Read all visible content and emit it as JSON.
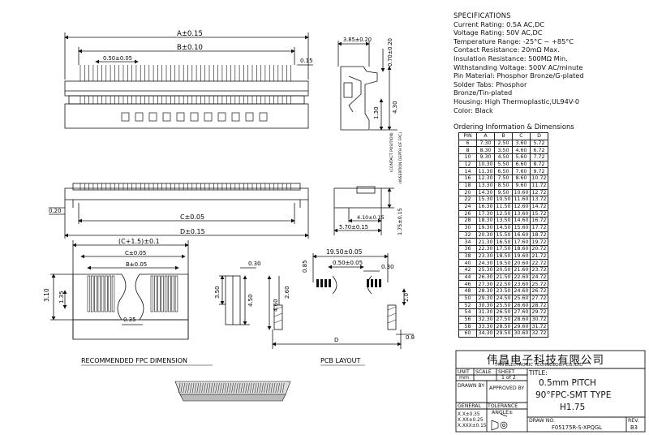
{
  "specifications": {
    "title": "SPECIFICATIONS",
    "lines": [
      "Current Rating: 0.5A AC,DC",
      "Voltage Rating: 50V AC,DC",
      "Temperature Range: -25°C ~ +85°C",
      "Contact Resistance: 20mΩ Max.",
      "Insulation Resistance: 500MΩ Min.",
      "Withstanding Voltage: 500V AC/minute",
      "Pin Material: Phosphor Bronze/G-plated",
      "Solder Tabs: Phosphor",
      "Bronze/Tin-plated",
      "Housing: High Thermoplastic,UL94V-0",
      "Color: Black"
    ]
  },
  "ordering": {
    "title": "Ordering Information & Dimensions",
    "headers": [
      "PIN",
      "A",
      "B",
      "C",
      "D"
    ],
    "rows": [
      [
        "6",
        "7.30",
        "2.50",
        "3.60",
        "5.72"
      ],
      [
        "8",
        "8.30",
        "3.50",
        "4.60",
        "6.72"
      ],
      [
        "10",
        "9.30",
        "4.50",
        "5.60",
        "7.72"
      ],
      [
        "12",
        "10.30",
        "5.50",
        "6.60",
        "8.72"
      ],
      [
        "14",
        "11.30",
        "6.50",
        "7.60",
        "9.72"
      ],
      [
        "16",
        "12.30",
        "7.50",
        "8.60",
        "10.72"
      ],
      [
        "18",
        "13.30",
        "8.50",
        "9.60",
        "11.72"
      ],
      [
        "20",
        "14.30",
        "9.50",
        "10.60",
        "12.72"
      ],
      [
        "22",
        "15.30",
        "10.50",
        "11.60",
        "13.72"
      ],
      [
        "24",
        "16.30",
        "11.50",
        "12.60",
        "14.72"
      ],
      [
        "26",
        "17.30",
        "12.50",
        "13.60",
        "15.72"
      ],
      [
        "28",
        "18.30",
        "13.50",
        "14.60",
        "16.72"
      ],
      [
        "30",
        "19.30",
        "14.50",
        "15.60",
        "17.72"
      ],
      [
        "32",
        "20.30",
        "15.50",
        "16.60",
        "18.72"
      ],
      [
        "34",
        "21.30",
        "16.50",
        "17.60",
        "19.72"
      ],
      [
        "36",
        "22.30",
        "17.50",
        "18.60",
        "20.72"
      ],
      [
        "38",
        "23.30",
        "18.50",
        "19.60",
        "21.72"
      ],
      [
        "40",
        "24.30",
        "19.50",
        "20.60",
        "22.72"
      ],
      [
        "42",
        "25.30",
        "20.50",
        "21.60",
        "23.72"
      ],
      [
        "44",
        "26.30",
        "21.50",
        "22.60",
        "24.72"
      ],
      [
        "46",
        "27.30",
        "22.50",
        "23.60",
        "25.72"
      ],
      [
        "48",
        "28.30",
        "23.50",
        "24.60",
        "26.72"
      ],
      [
        "50",
        "29.30",
        "24.50",
        "25.60",
        "27.72"
      ],
      [
        "52",
        "30.30",
        "25.50",
        "26.60",
        "28.72"
      ],
      [
        "54",
        "31.30",
        "26.50",
        "27.60",
        "29.72"
      ],
      [
        "56",
        "32.30",
        "27.50",
        "28.60",
        "30.72"
      ],
      [
        "58",
        "33.30",
        "28.50",
        "29.60",
        "31.72"
      ],
      [
        "60",
        "34.30",
        "29.50",
        "30.60",
        "32.72"
      ]
    ]
  },
  "drawing_labels": {
    "dim_a": "A±0.15",
    "dim_b": "B±0.10",
    "pitch": "0.50±0.05",
    "dim_015": "0.15",
    "side_385": "3.85±0.20",
    "side_070": "0.70±0.20",
    "side_130": "1.30",
    "side_430": "4.30",
    "contact_pos": "(CONTACT POSITION)",
    "insertion": "(INSERTION DEPTH OF FPC)",
    "dim_020": "0.20",
    "dim_c": "C±0.05",
    "dim_d": "D±0.15",
    "side_410": "4.10±0.15",
    "side_570": "5.70±0.15",
    "side_175": "1.75±0.15",
    "fpc_c15": "(C+1.5)±0.1",
    "fpc_c": "C±0.05",
    "fpc_b": "B±0.05",
    "fpc_310": "3.10",
    "fpc_135": "1.35",
    "fpc_035": "0.35",
    "fpc_030": "0.30",
    "fpc_350": "3.50",
    "fpc_450": "4.50",
    "pcb_1950": "19.50±0.05",
    "pcb_050": "0.50±0.05",
    "pcb_030": "0.30",
    "pcb_085": "0.85",
    "pcb_260": "2.60",
    "pcb_460": "4.60",
    "pcb_20": "2.0",
    "pcb_08": "0.8",
    "pcb_d": "D",
    "rec_fpc": "RECOMMENDED FPC DIMENSION",
    "pcb_layout": "PCB LAYOUT"
  },
  "title_block": {
    "company_cn": "伟昌电子科技有限公司",
    "company_en": "TRN ELECTRONIC TECHNOLOGY CO.,LTD",
    "unit_label": "UNIT",
    "unit_value": "mm",
    "scale_label": "SCALE",
    "sheet_label": "SHEET",
    "sheet_value": "1 of 2",
    "title_label": "TITLE:",
    "title_line1": "0.5mm PITCH",
    "title_line2": "90°FPC-SMT TYPE",
    "title_line3": "H1.75",
    "drawn_by": "DRAWN BY",
    "approved_by": "APPROVED BY",
    "general": "GENERAL",
    "tolerance": "TOLERANCE",
    "angle": "ANGLE±",
    "tol_1": "X.X±0.35",
    "tol_2": "X.XX±0.25",
    "tol_3": "X.XXX±0.15",
    "draw_no_label": "DRAW NO.",
    "draw_no": "F05175R-S-XPQGL",
    "rev_label": "REV.",
    "rev_value": "B3"
  }
}
